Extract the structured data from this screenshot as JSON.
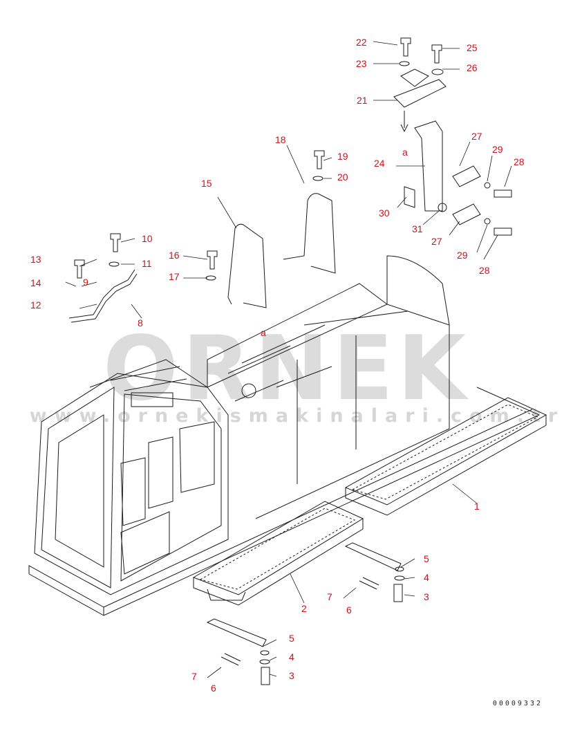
{
  "watermark": {
    "text": "ORNEK",
    "url": "www.ornekismakinalari.com.tr"
  },
  "drawing_code": "00009332",
  "view_mark": "a",
  "part_labels": [
    "1",
    "2",
    "3",
    "4",
    "5",
    "6",
    "7",
    "8",
    "9",
    "10",
    "11",
    "12",
    "13",
    "14",
    "15",
    "16",
    "17",
    "18",
    "19",
    "20",
    "21",
    "22",
    "23",
    "24",
    "25",
    "26",
    "27",
    "28",
    "29",
    "30",
    "31"
  ],
  "colors": {
    "label": "#c8141c",
    "line": "#1a1a1a",
    "watermark": "#dcdcdc"
  }
}
